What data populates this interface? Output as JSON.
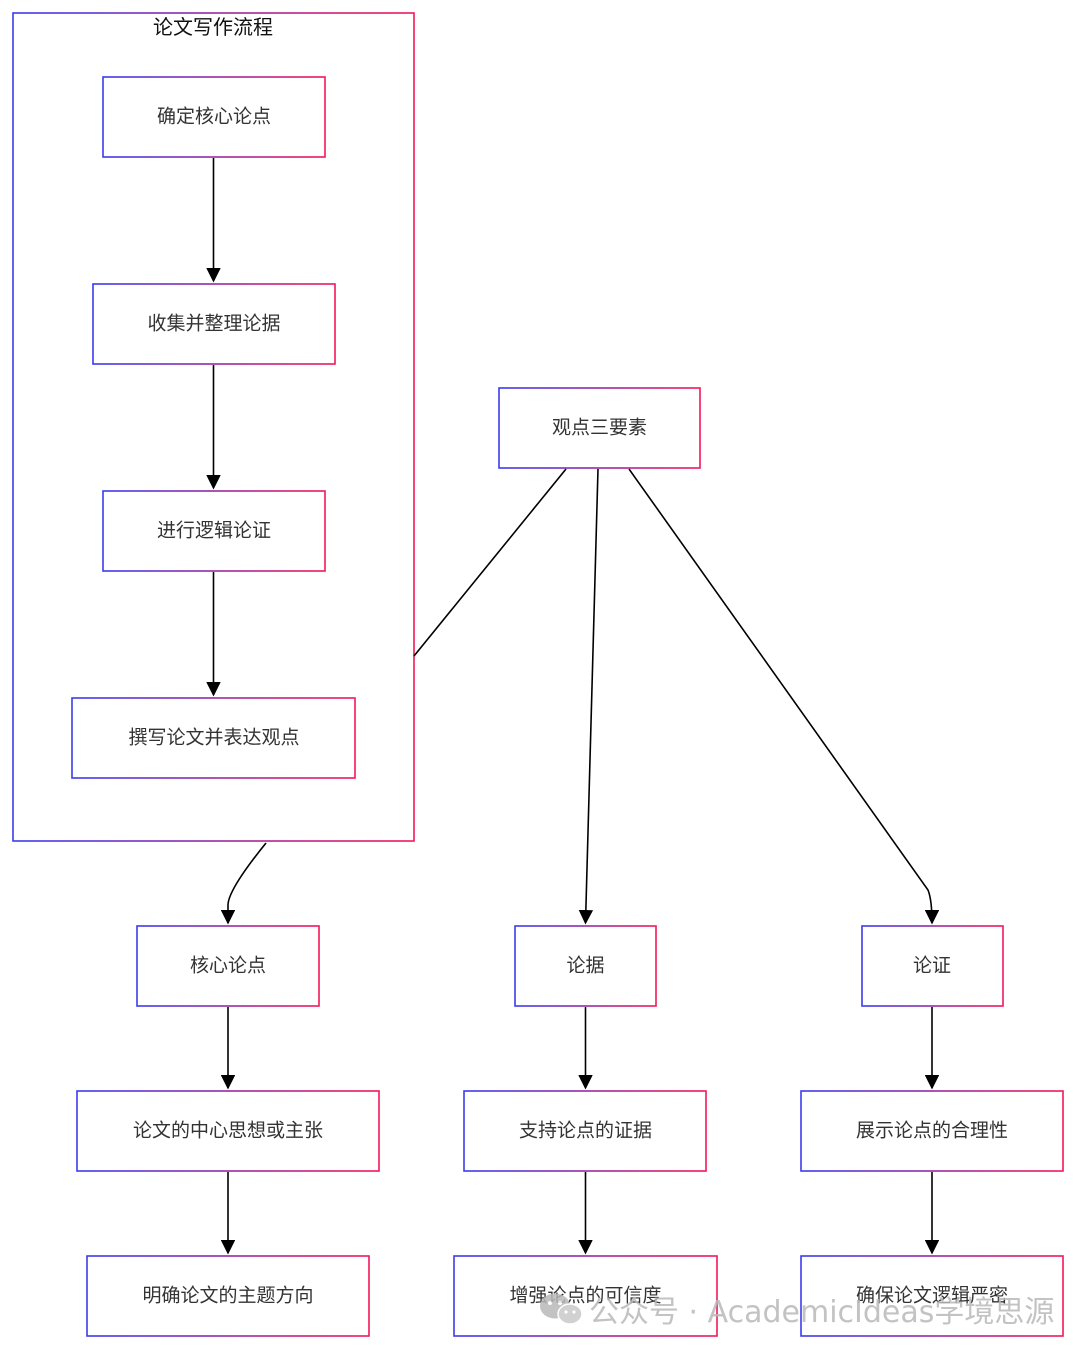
{
  "colors": {
    "border_start": "#3b3bf0",
    "border_end": "#f2185a",
    "edge": "#000000",
    "text": "#333333",
    "watermark": "#b9b9b9"
  },
  "cluster": {
    "title": "论文写作流程",
    "steps": [
      "确定核心论点",
      "收集并整理论据",
      "进行逻辑论证",
      "撰写论文并表达观点"
    ]
  },
  "root": {
    "label": "观点三要素"
  },
  "branches": [
    {
      "label": "核心论点",
      "detail": "论文的中心思想或主张",
      "result": "明确论文的主题方向"
    },
    {
      "label": "论据",
      "detail": "支持论点的证据",
      "result": "增强论点的可信度"
    },
    {
      "label": "论证",
      "detail": "展示论点的合理性",
      "result": "确保论文逻辑严密"
    }
  ],
  "watermark": {
    "icon": "wechat-icon",
    "text": "公众号 · AcademicIdeas学境思源"
  }
}
